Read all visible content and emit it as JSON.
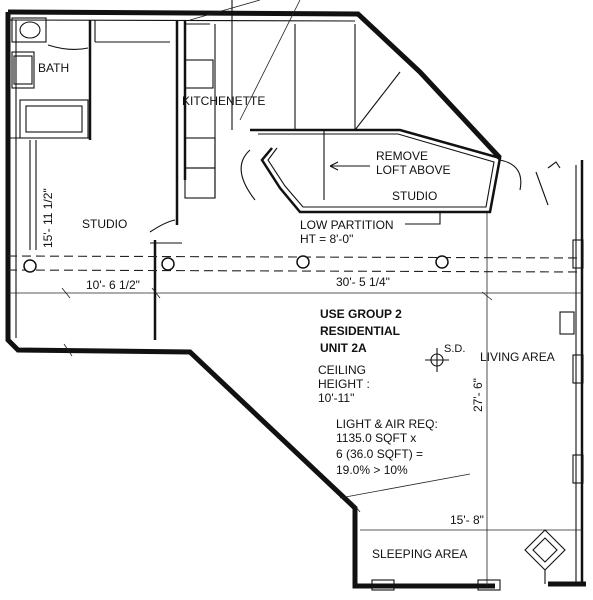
{
  "rooms": {
    "bath": "BATH",
    "kitchenette": "KITCHENETTE",
    "studio_west": "STUDIO",
    "studio_east": "STUDIO",
    "living_area": "LIVING AREA",
    "sleeping_area": "SLEEPING AREA"
  },
  "notes": {
    "remove_loft_line1": "REMOVE",
    "remove_loft_line2": "LOFT ABOVE",
    "low_partition_line1": "LOW PARTITION",
    "low_partition_line2": "HT = 8'-0\"",
    "use_group_line1": "USE GROUP 2",
    "use_group_line2": "RESIDENTIAL",
    "use_group_line3": "UNIT 2A",
    "ceiling_line1": "CEILING",
    "ceiling_line2": "HEIGHT :",
    "ceiling_line3": "10'-11\"",
    "light_air_line1": "LIGHT & AIR REQ:",
    "light_air_line2": "1135.0 SQFT x",
    "light_air_line3": "6 (36.0 SQFT) =",
    "light_air_line4": "19.0% > 10%",
    "smoke_detector": "S.D."
  },
  "dimensions": {
    "west_width": "10'- 6 1/2\"",
    "east_width": "30'- 5 1/4\"",
    "west_depth": "15'- 11 1/2\"",
    "living_depth": "27'- 6\"",
    "sleeping_width": "15'- 8\""
  }
}
